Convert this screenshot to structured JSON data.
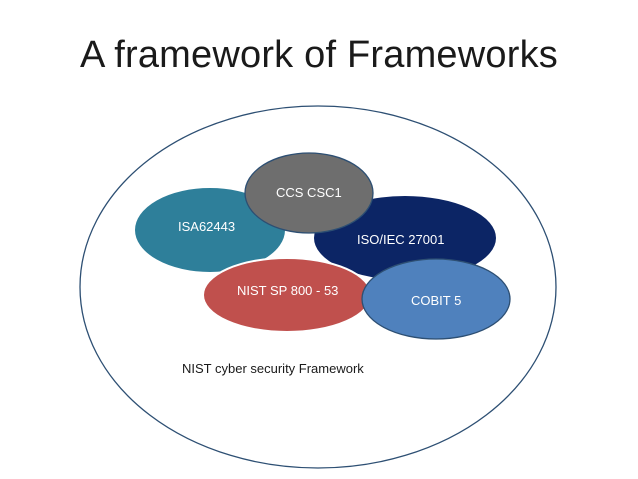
{
  "title": "A framework of Frameworks",
  "outer": {
    "label": "NIST cyber security Framework",
    "fill": "#ffffff",
    "stroke": "#2d4f73",
    "text_color": "#1a1a1a"
  },
  "frameworks": [
    {
      "key": "isa",
      "label": "ISA62443",
      "fill": "#2e7f9a",
      "stroke": "#ffffff",
      "text_color": "#ffffff"
    },
    {
      "key": "iso",
      "label": "ISO/IEC 27001",
      "fill": "#0c2565",
      "stroke": "#ffffff",
      "text_color": "#ffffff"
    },
    {
      "key": "ccs",
      "label": "CCS  CSC1",
      "fill": "#6e6e6e",
      "stroke": "#2d4f73",
      "text_color": "#ffffff"
    },
    {
      "key": "nist",
      "label": "NIST SP 800 - 53",
      "fill": "#c0504d",
      "stroke": "#ffffff",
      "text_color": "#ffffff"
    },
    {
      "key": "cobit",
      "label": "COBIT 5",
      "fill": "#4f81bd",
      "stroke": "#2d4f73",
      "text_color": "#ffffff"
    }
  ]
}
